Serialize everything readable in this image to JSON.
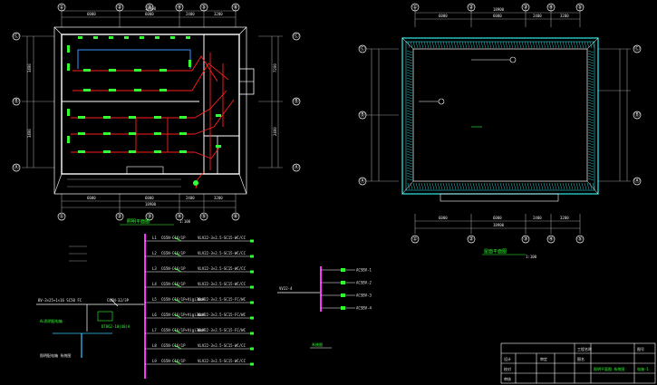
{
  "colors": {
    "background": "#000000",
    "line": "#ffffff",
    "wire": "#ff2020",
    "fixture": "#33ff33",
    "bus": "#ff33ff",
    "feeder": "#33ccff",
    "roof": "#33ffff",
    "gray": "#9a9a9a"
  },
  "plan1": {
    "axes_top": [
      "①",
      "②",
      "③",
      "④",
      "⑤",
      "⑥"
    ],
    "axes_bottom": [
      "①",
      "②",
      "③",
      "④",
      "⑤",
      "⑥"
    ],
    "axes_left": [
      "Ⓒ",
      "Ⓑ",
      "Ⓐ"
    ],
    "axes_right": [
      "Ⓒ",
      "Ⓑ",
      "Ⓐ"
    ],
    "dims_top": [
      "6000",
      "6000",
      "2400",
      "3200"
    ],
    "dim_top_total": "18900",
    "dims_bottom": [
      "6000",
      "6000",
      "2400",
      "3200"
    ],
    "dim_bottom_total": "18900",
    "dims_left": [
      "3400",
      "3400"
    ],
    "dims_right": [
      "7200",
      "2400"
    ],
    "caption": "照明平面图",
    "scale": "1:100"
  },
  "plan2": {
    "axes_top": [
      "①",
      "②",
      "③",
      "④",
      "⑤"
    ],
    "axes_bottom": [
      "①",
      "②",
      "③",
      "④",
      "⑤"
    ],
    "axes_left": [
      "Ⓒ",
      "Ⓑ",
      "Ⓐ"
    ],
    "axes_right": [
      "Ⓒ",
      "Ⓑ",
      "Ⓐ"
    ],
    "dims_top": [
      "6000",
      "6000",
      "2400",
      "3200"
    ],
    "dim_top_total": "18900",
    "dims_bottom": [
      "6000",
      "6000",
      "2400",
      "3200"
    ],
    "dim_bottom_total": "18900",
    "caption": "屋面平面图",
    "scale": "1:100"
  },
  "schematic": {
    "incoming": "BV-3×25+1×16 SC50 FC",
    "switch": "C65N-32/3P",
    "panel_label": "AL照明配电箱",
    "meter": "DT862-10(40)A",
    "note": "照明配电箱 系统图",
    "circuits": [
      {
        "id": "L1",
        "breaker": "C65N-C16/1P",
        "cable": "VLV22-3×2.5-SC15-WC/CC"
      },
      {
        "id": "L2",
        "breaker": "C65N-C16/1P",
        "cable": "VLV22-3×2.5-SC15-WC/CC"
      },
      {
        "id": "L3",
        "breaker": "C65N-C16/1P",
        "cable": "VLV22-3×2.5-SC15-WC/CC"
      },
      {
        "id": "L4",
        "breaker": "C65N-C16/1P",
        "cable": "VLV22-3×2.5-SC15-WC/CC"
      },
      {
        "id": "L5",
        "breaker": "C65N-C16/1P+Vigi30mA",
        "cable": "VLV22-3×2.5-SC15-FC/WC"
      },
      {
        "id": "L6",
        "breaker": "C65N-C16/1P+Vigi30mA",
        "cable": "VLV22-3×2.5-SC15-FC/WC"
      },
      {
        "id": "L7",
        "breaker": "C65N-C16/1P+Vigi30mA",
        "cable": "VLV22-3×2.5-SC15-FC/WC"
      },
      {
        "id": "L8",
        "breaker": "C65N-C16/1P",
        "cable": "VLV22-3×2.5-SC15-WC/CC"
      },
      {
        "id": "L9",
        "breaker": "C65N-C16/1P",
        "cable": "VLV22-3×2.5-SC15-WC/CC"
      }
    ]
  },
  "schematic2": {
    "incoming": "VV22-4",
    "label": "系统图",
    "branches": [
      "ACSBV-1",
      "ACSBV-2",
      "ACSBV-3",
      "ACSBV-4"
    ]
  },
  "title_block": {
    "row_labels": [
      "设计",
      "校对",
      "审核",
      "审定"
    ],
    "project_label": "工程名称",
    "drawing_label": "图名",
    "drawing_name": "照明平面图 系统图",
    "sheet_label": "图号",
    "sheet_no": "电施-1"
  }
}
